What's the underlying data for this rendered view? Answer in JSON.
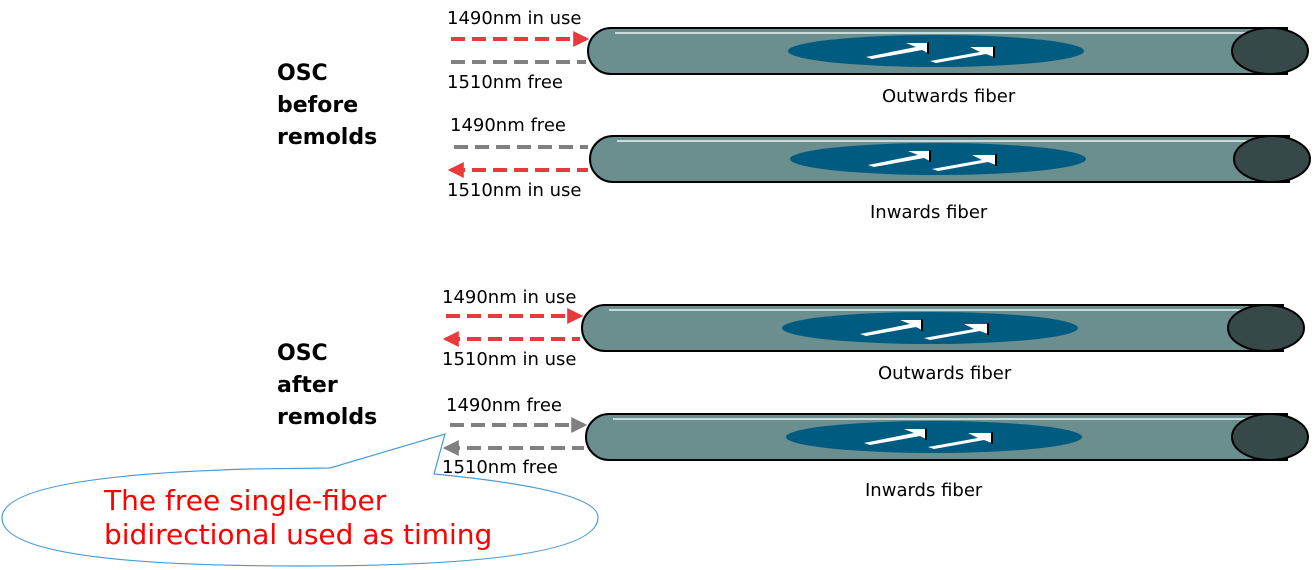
{
  "colors": {
    "in_use": "#e83a3a",
    "free": "#808080",
    "fiber_body": "#6b8e8e",
    "fiber_highlight": "#c9dada",
    "fiber_end": "#364848",
    "fiber_inner": "#005b80",
    "callout_stroke": "#4a9bd4",
    "callout_text": "#ff0000"
  },
  "sections": [
    {
      "title_lines": [
        "OSC",
        "before",
        "remolds"
      ],
      "fibers": [
        {
          "name": "Outwards fiber",
          "top_signal": {
            "label": "1490nm in use",
            "status": "in use",
            "direction": "right"
          },
          "bottom_signal": {
            "label": "1510nm free",
            "status": "free",
            "direction": "none"
          }
        },
        {
          "name": "Inwards fiber",
          "top_signal": {
            "label": "1490nm free",
            "status": "free",
            "direction": "none"
          },
          "bottom_signal": {
            "label": "1510nm in use",
            "status": "in use",
            "direction": "left"
          }
        }
      ]
    },
    {
      "title_lines": [
        "OSC",
        "after",
        "remolds"
      ],
      "fibers": [
        {
          "name": "Outwards fiber",
          "top_signal": {
            "label": "1490nm in use",
            "status": "in use",
            "direction": "right"
          },
          "bottom_signal": {
            "label": "1510nm in use",
            "status": "in use",
            "direction": "left"
          }
        },
        {
          "name": "Inwards fiber",
          "top_signal": {
            "label": "1490nm free",
            "status": "free",
            "direction": "right"
          },
          "bottom_signal": {
            "label": "1510nm free",
            "status": "free",
            "direction": "left"
          }
        }
      ]
    }
  ],
  "callout": {
    "lines": [
      "The free single-fiber",
      "bidirectional used as timing"
    ]
  }
}
